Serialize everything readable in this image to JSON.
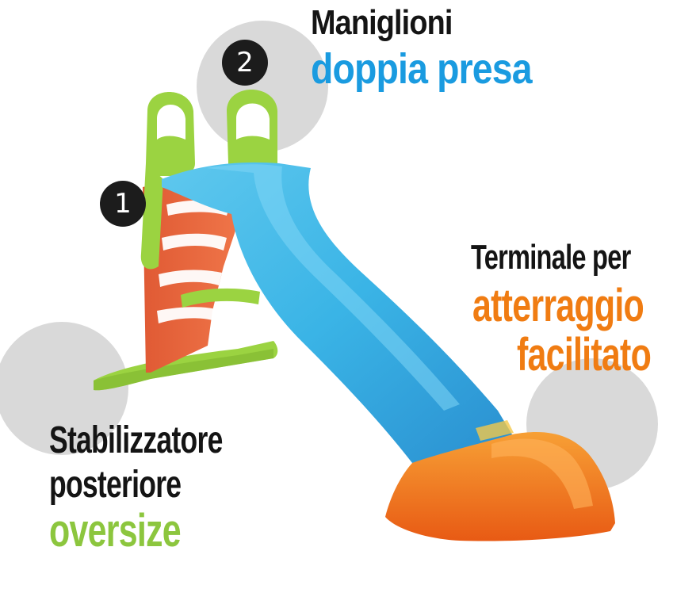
{
  "badges": {
    "one": "1",
    "two": "2"
  },
  "handles_label": {
    "line1": "Maniglioni",
    "line2": "doppia presa"
  },
  "landing_label": {
    "line1": "Terminale per",
    "line2": "atterraggio",
    "line3": "facilitato"
  },
  "stabilizer_label": {
    "line1": "Stabilizzatore",
    "line2": "posteriore",
    "line3": "oversize"
  },
  "colors": {
    "slide_blue": "#3ab4e6",
    "ladder_orange": "#f0643a",
    "handle_green": "#9bd341",
    "highlight_circle": "#d9d9d9",
    "text_blue": "#1a9be0",
    "text_orange": "#f07c12",
    "text_green": "#8cc63e"
  }
}
